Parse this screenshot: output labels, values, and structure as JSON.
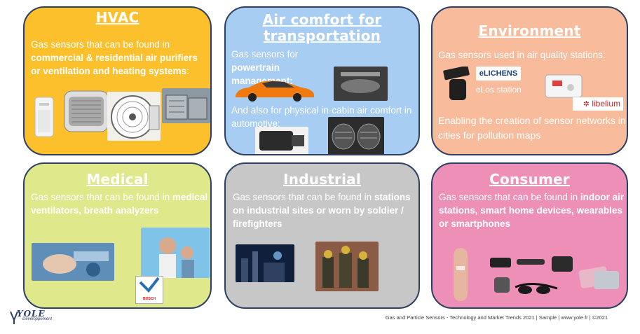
{
  "hvac": {
    "title": "HVAC",
    "text_1": "Gas sensors that can be found in ",
    "text_bold": "commercial & residential air purifiers or ventilation and heating systems",
    "text_2": ":"
  },
  "air_comfort": {
    "title_line1": "Air comfort for",
    "title_line2": "transportation",
    "text_a1": "Gas sensors for ",
    "text_a_bold": "powertrain management:",
    "text_b": "And also for physical in-cabin air comfort in automotive:"
  },
  "environment": {
    "title": "Environment",
    "text_a": "Gas sensors used in air quality stations:",
    "elichens_logo": "eLICHENS",
    "elos_caption": "eLos station",
    "libelium_logo": "libelium",
    "text_b": "Enabling the creation of sensor networks in cities for pollution maps"
  },
  "medical": {
    "title": "Medical",
    "text_1": "Gas sensors that can be found in ",
    "text_bold": "medical ventilators, breath analyzers",
    "bosch_label": "BOSCH"
  },
  "industrial": {
    "title": "Industrial",
    "text_1": "Gas sensors that can be found in ",
    "text_bold": "stations on industrial sites or worn by soldier / firefighters"
  },
  "consumer": {
    "title": "Consumer",
    "text_1": "Gas sensors that can be found in ",
    "text_bold": "indoor air stations, smart home devices, wearables or smartphones"
  },
  "footer": {
    "logo_main": "YOLE",
    "logo_sub": "Développement",
    "caption": "Gas and Particle Sensors - Technology and Market Trends 2021 | Sample | www.yole.fr | ©2021"
  },
  "colors": {
    "hvac": "#fcc02c",
    "air_comfort": "#a8cdf2",
    "environment": "#f8bb9c",
    "medical": "#dfe88a",
    "industrial": "#c6c7c6",
    "consumer": "#ee8fb8",
    "border": "#2d3f63"
  }
}
